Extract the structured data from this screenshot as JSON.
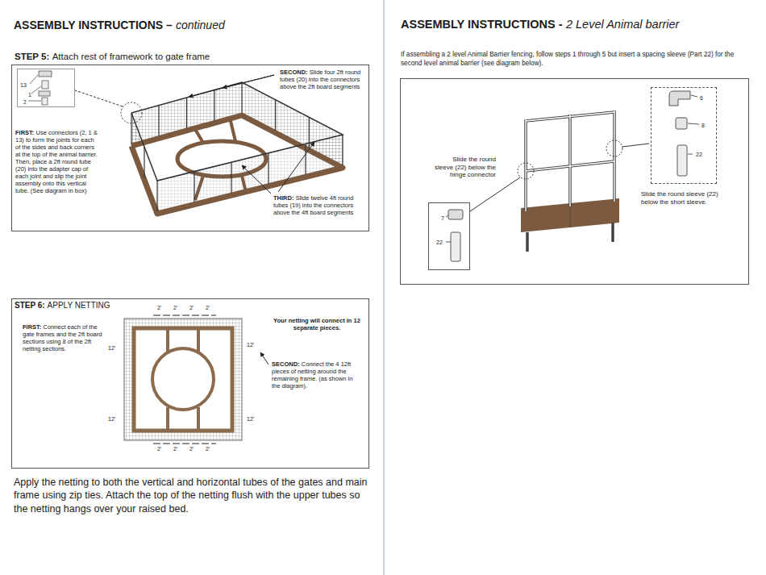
{
  "diagram": {
    "nodes": [
      {
        "text": [
          "STEP 5:",
          "Attach rest of framework to gate frame",
          "SECOND:",
          "Slide four 2ft round tubes (20) into the connectors above the 2ft board segments",
          "FIRST:",
          "Use connectors (2, 1 & 13) to form the joints for each of the sides and back corners at the top of the animal barrier. Then, place a 2ft round tube (20) into the adapter cap of each joint and slip the joint assembly onto this vertical tube. (See diagram in box)",
          "THIRD:",
          "Slide twelve 4ft round tubes (19) into the connectors above the 4ft board segments"
        ]
      },
      {
        "text": [
          "13",
          "1",
          "2"
        ],
        "in": 0
      },
      {
        "text": [
          "STEP 6:",
          "APPLY NETTING",
          "FIRST:",
          "Connect each of the gate frames and the 2ft board sections using 8 of the 2ft netting sections.",
          "Your netting will connect in 12 separate pieces.",
          "SECOND:",
          "Connect the 4 12ft pieces of netting around the remaining frame. (as shown in the diagram)."
        ]
      },
      {
        "text": [
          "Slide the round sleeve (22) below the hinge connector",
          "Slide the round sleeve (22) below the short sleeve."
        ]
      },
      {
        "text": [
          "6",
          "8",
          "22"
        ],
        "in": 3
      },
      {
        "text": [
          "7",
          "22"
        ],
        "in": 3
      }
    ],
    "labels": [
      "ASSEMBLY INSTRUCTIONS –",
      "continued",
      "2'",
      "2'",
      "2'",
      "2'",
      "12'",
      "12'",
      "12'",
      "12'",
      "2'",
      "2'",
      "2'",
      "2'",
      "Apply the netting to both the vertical and horizontal tubes of the gates and main frame using zip ties. Attach the top of the netting flush with the upper tubes so the netting hangs over your raised bed.",
      "ASSEMBLY INSTRUCTIONS -",
      "2 Level Animal barrier",
      "If assembling a 2 level Animal Barrier fencing, follow steps 1 through 5 but insert a spacing sleeve (Part 22) for the second level animal barrier (see diagram below)."
    ]
  }
}
